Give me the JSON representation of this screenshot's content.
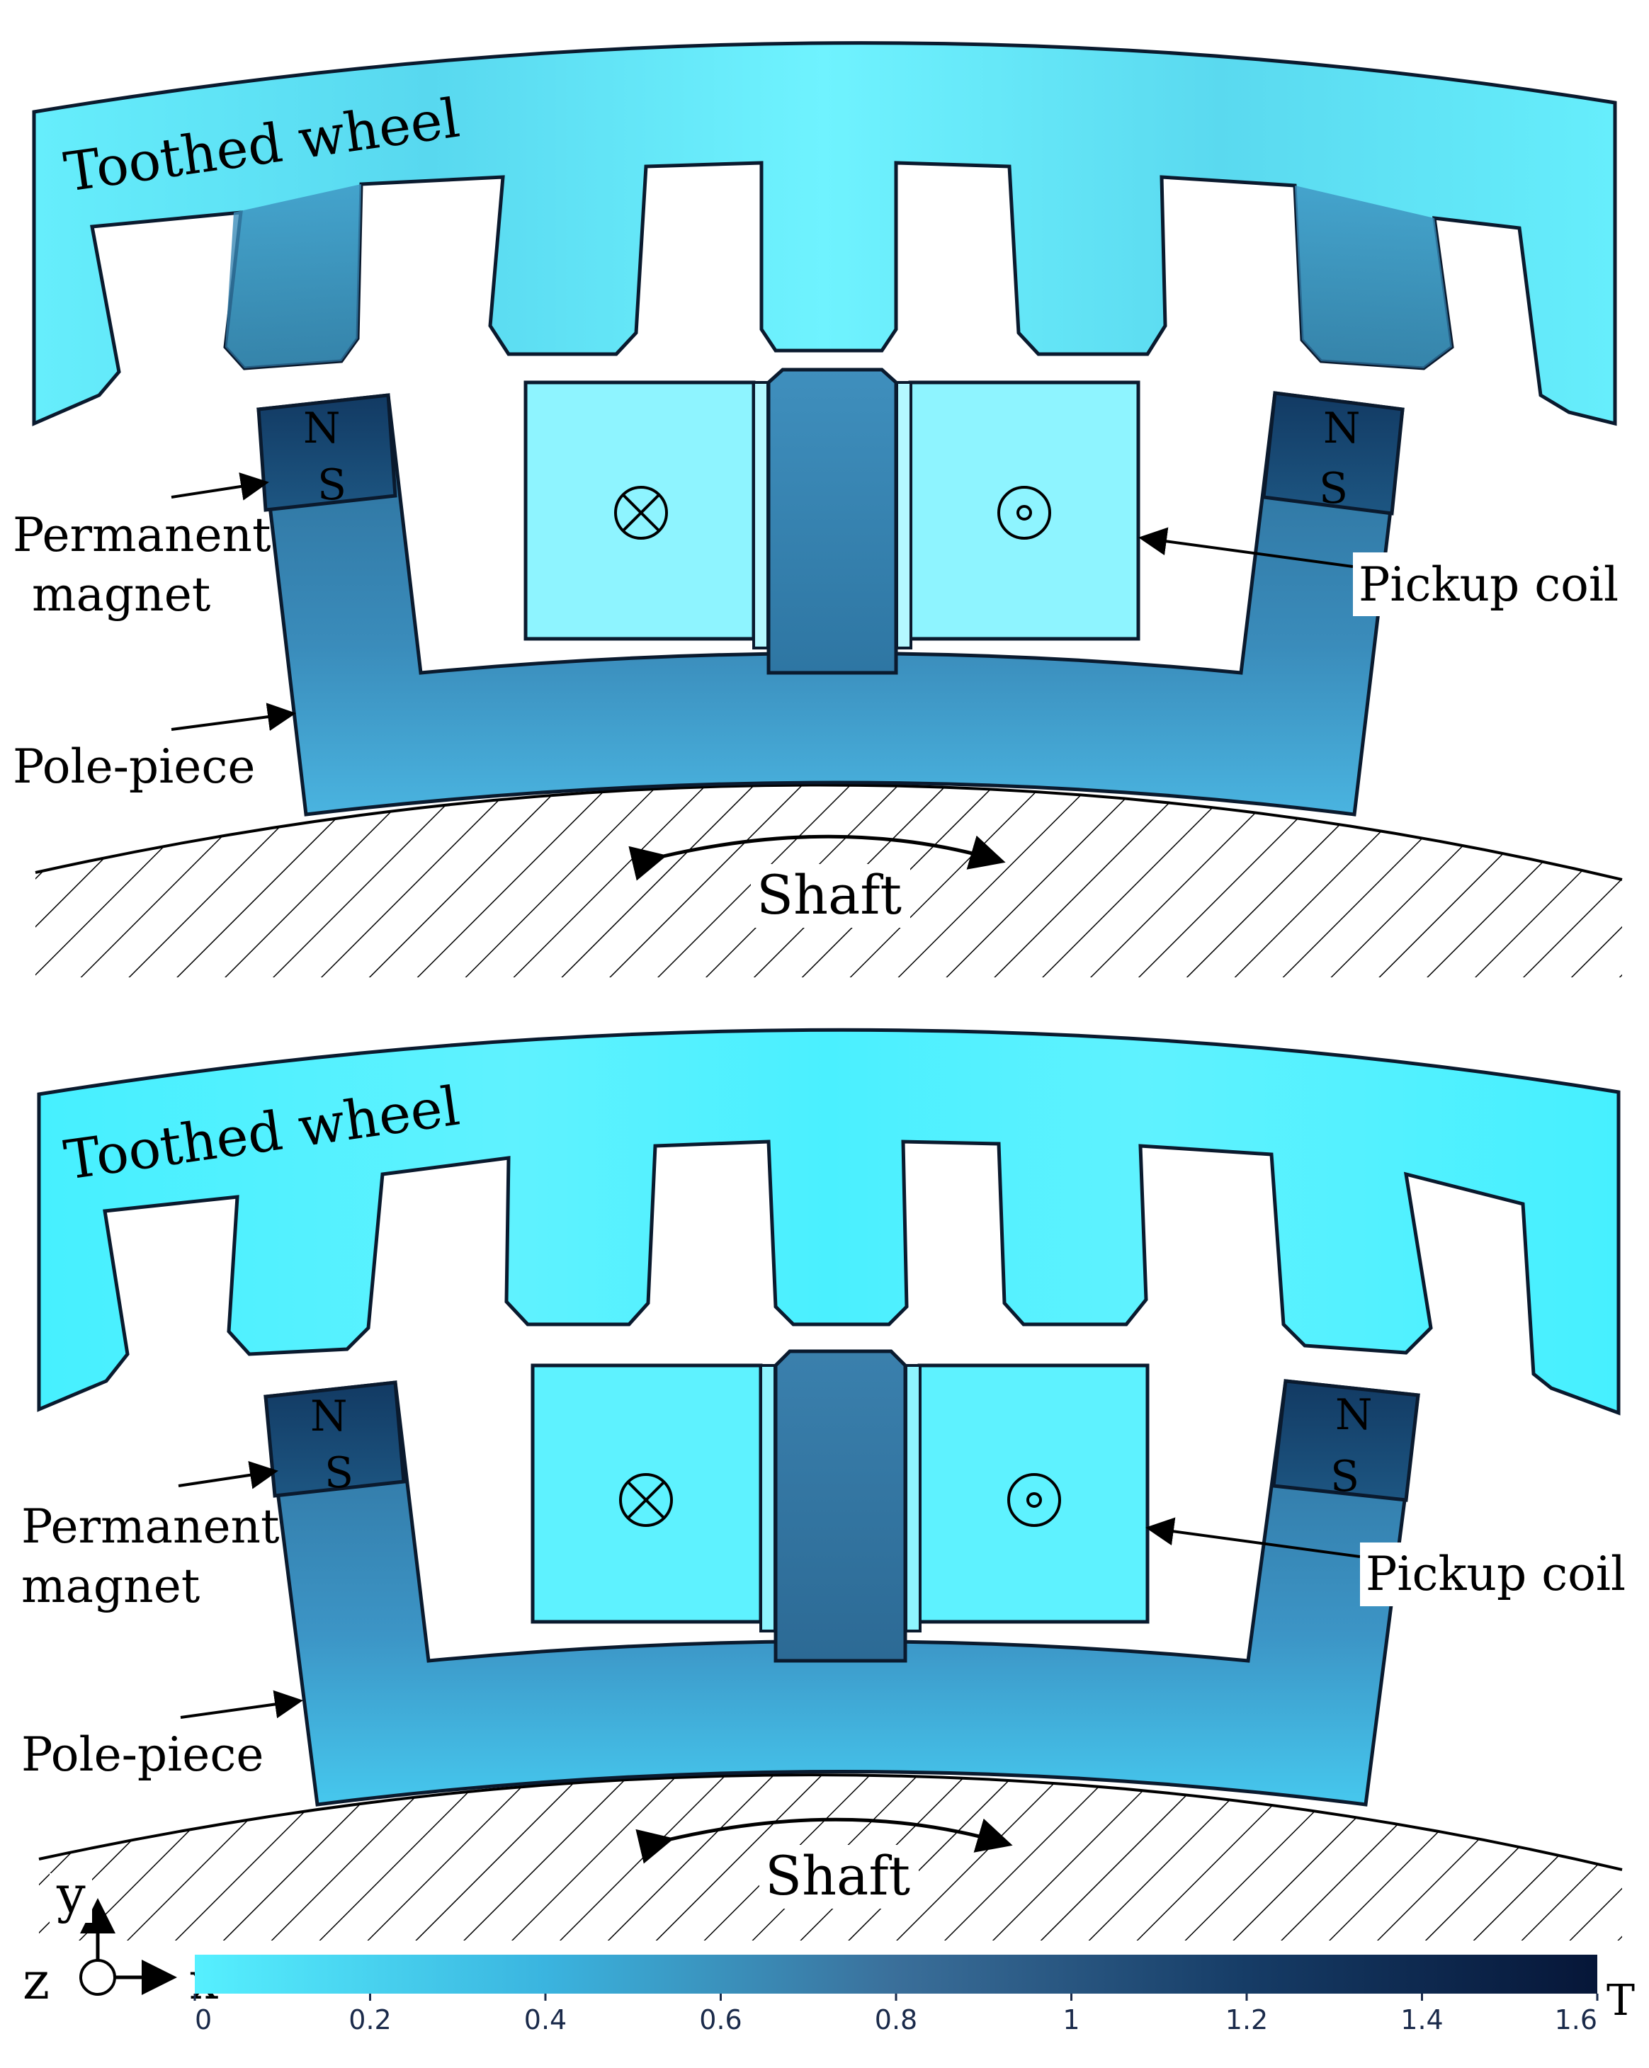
{
  "panels": [
    {
      "id": "top",
      "labels": {
        "toothed_wheel": "Toothed wheel",
        "permanent_magnet_line1": "Permanent",
        "permanent_magnet_line2": "magnet",
        "pole_piece": "Pole-piece",
        "pickup_coil": "Pickup coil",
        "shaft": "Shaft",
        "north": "N",
        "south": "S"
      }
    },
    {
      "id": "bottom",
      "labels": {
        "toothed_wheel": "Toothed wheel",
        "permanent_magnet_line1": "Permanent",
        "permanent_magnet_line2": "magnet",
        "pole_piece": "Pole-piece",
        "pickup_coil": "Pickup coil",
        "shaft": "Shaft",
        "north": "N",
        "south": "S"
      }
    }
  ],
  "axes_triad": {
    "y": "y",
    "x": "x",
    "z": "z"
  },
  "colorbar": {
    "unit": "T",
    "ticks": [
      "0",
      "0.2",
      "0.4",
      "0.6",
      "0.8",
      "1",
      "1.2",
      "1.4",
      "1.6"
    ],
    "range": [
      0,
      1.6
    ],
    "colors": [
      "#56f0ff",
      "#3ab4df",
      "#3a6f9a",
      "#163c66",
      "#061638"
    ]
  },
  "colors": {
    "low_flux": "#5cf2ff",
    "mid_flux": "#3f8fbf",
    "high_flux": "#1c4e7a",
    "coil_fill": "#8ef4ff",
    "outline": "#0a1a2e"
  },
  "icons": [
    "current-into-page-icon",
    "current-out-of-page-icon",
    "double-arrow-icon"
  ]
}
